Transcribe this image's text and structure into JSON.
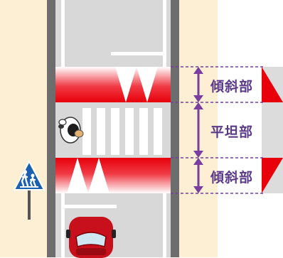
{
  "labels": {
    "slope_upper": "傾斜部",
    "flat": "平坦部",
    "slope_lower": "傾斜部"
  },
  "icons": {
    "pedestrian": "pedestrian-topview-icon",
    "school_zone_sign": "school-crossing-sign-icon",
    "car": "red-car-icon"
  },
  "colors": {
    "sidewalk": "#fcefd3",
    "road": "#d8d8d8",
    "curb": "#6d6d6d",
    "hump_red": "#e8000a",
    "dimension_purple": "#7a3ea0",
    "label_text": "#5b3b86",
    "sign_blue": "#1b5fb0"
  }
}
